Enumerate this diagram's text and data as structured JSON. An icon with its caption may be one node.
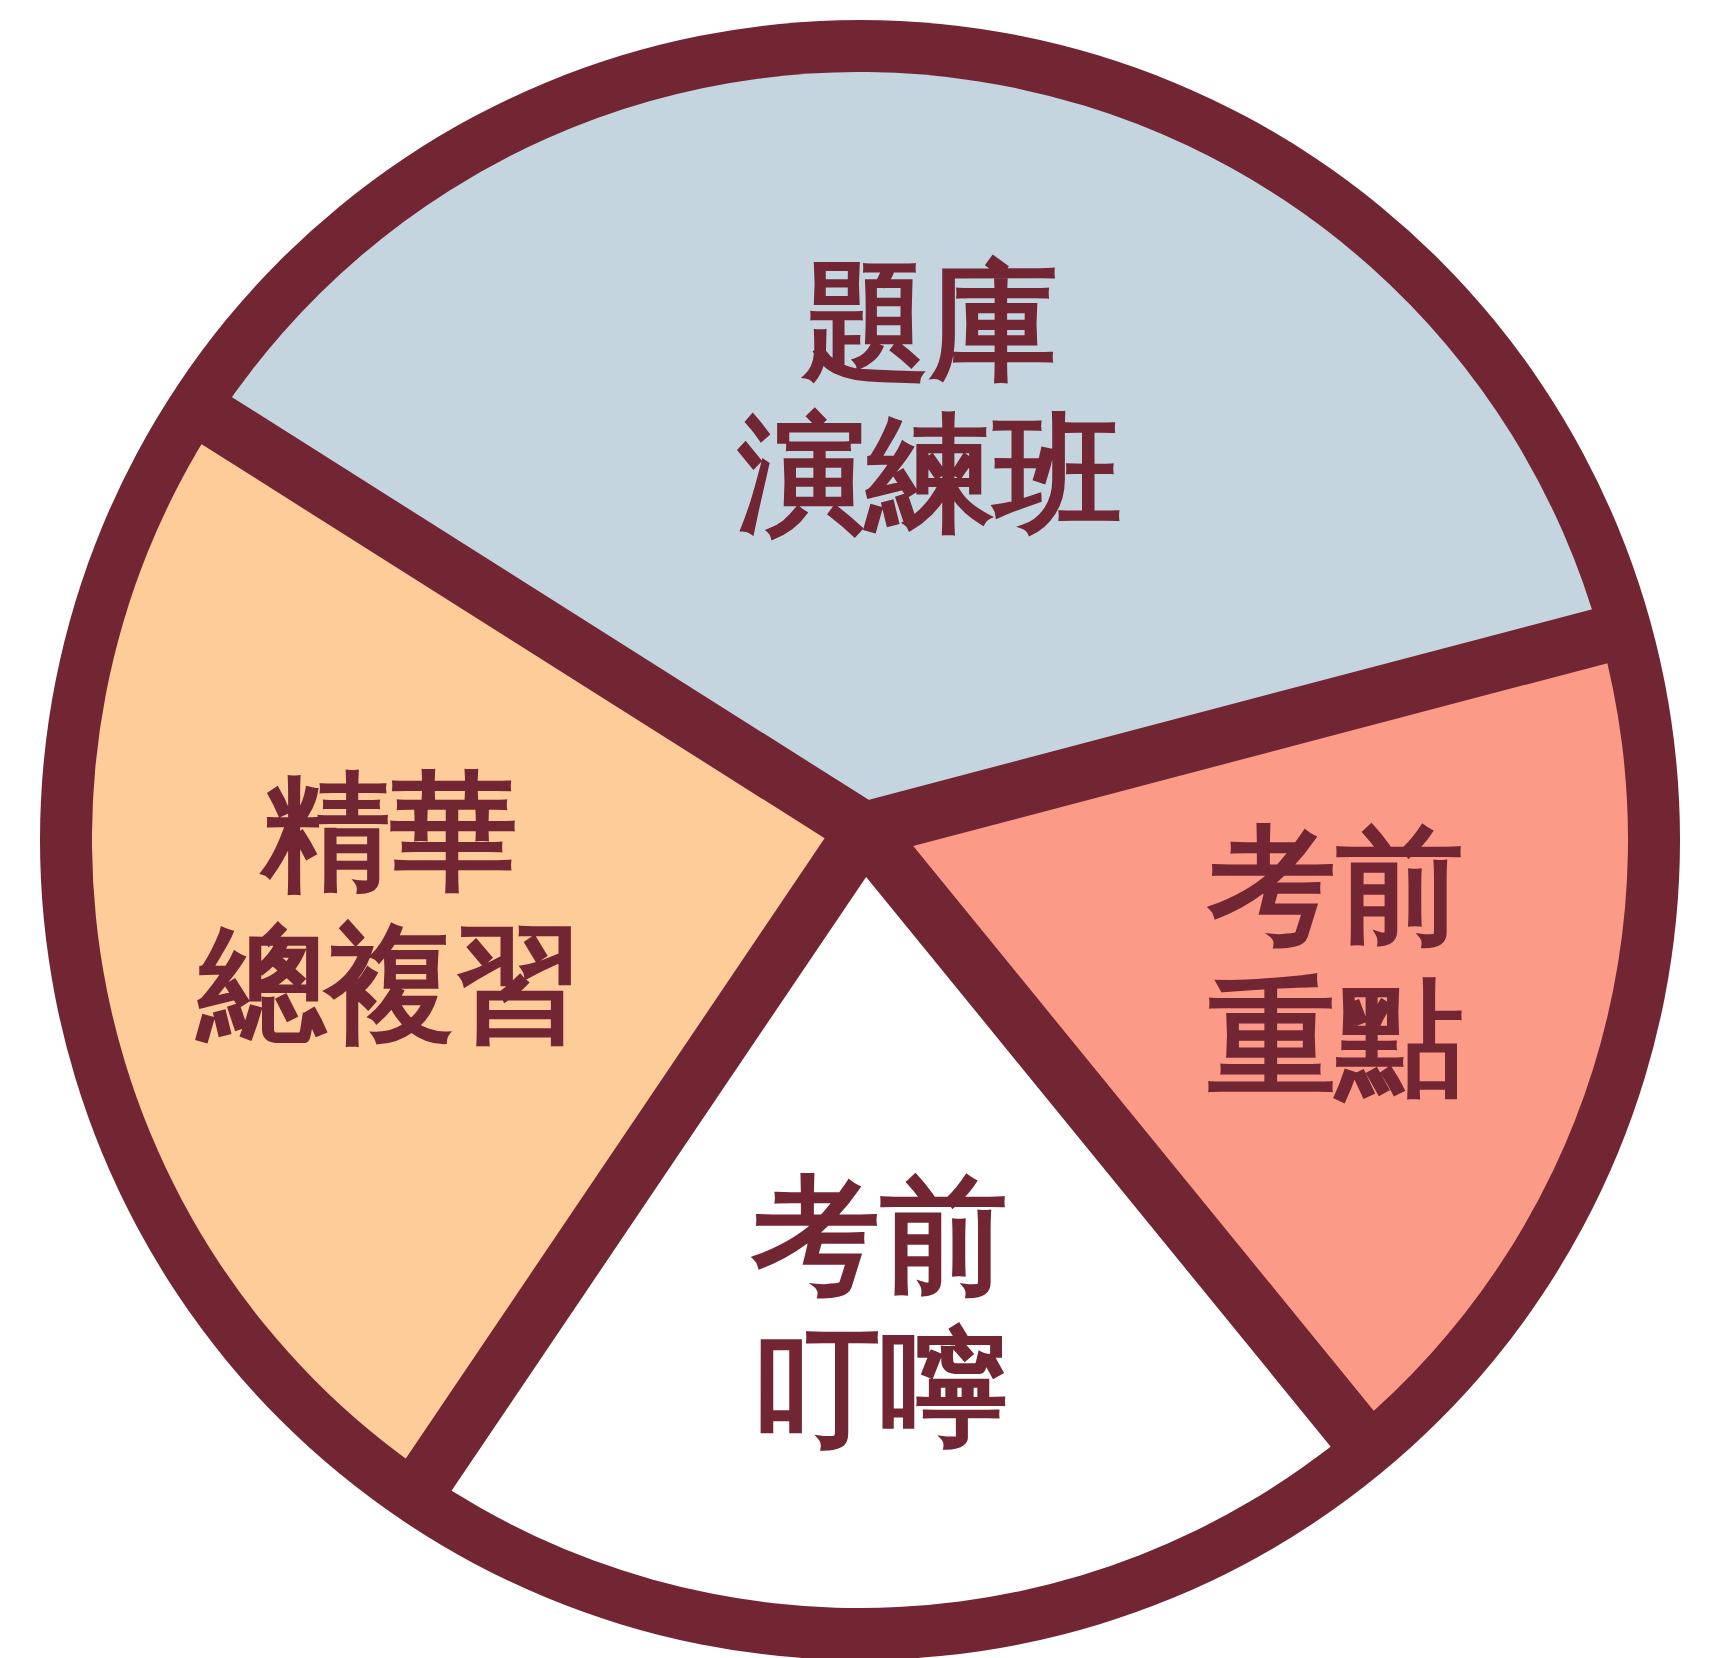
{
  "diagram": {
    "nodes": [
      {
        "text": [
          "題庫演練班"
        ]
      },
      {
        "text": [
          "精華總複習"
        ]
      },
      {
        "text": [
          "考前重點"
        ]
      },
      {
        "text": [
          "考前叮嚀"
        ]
      }
    ]
  }
}
